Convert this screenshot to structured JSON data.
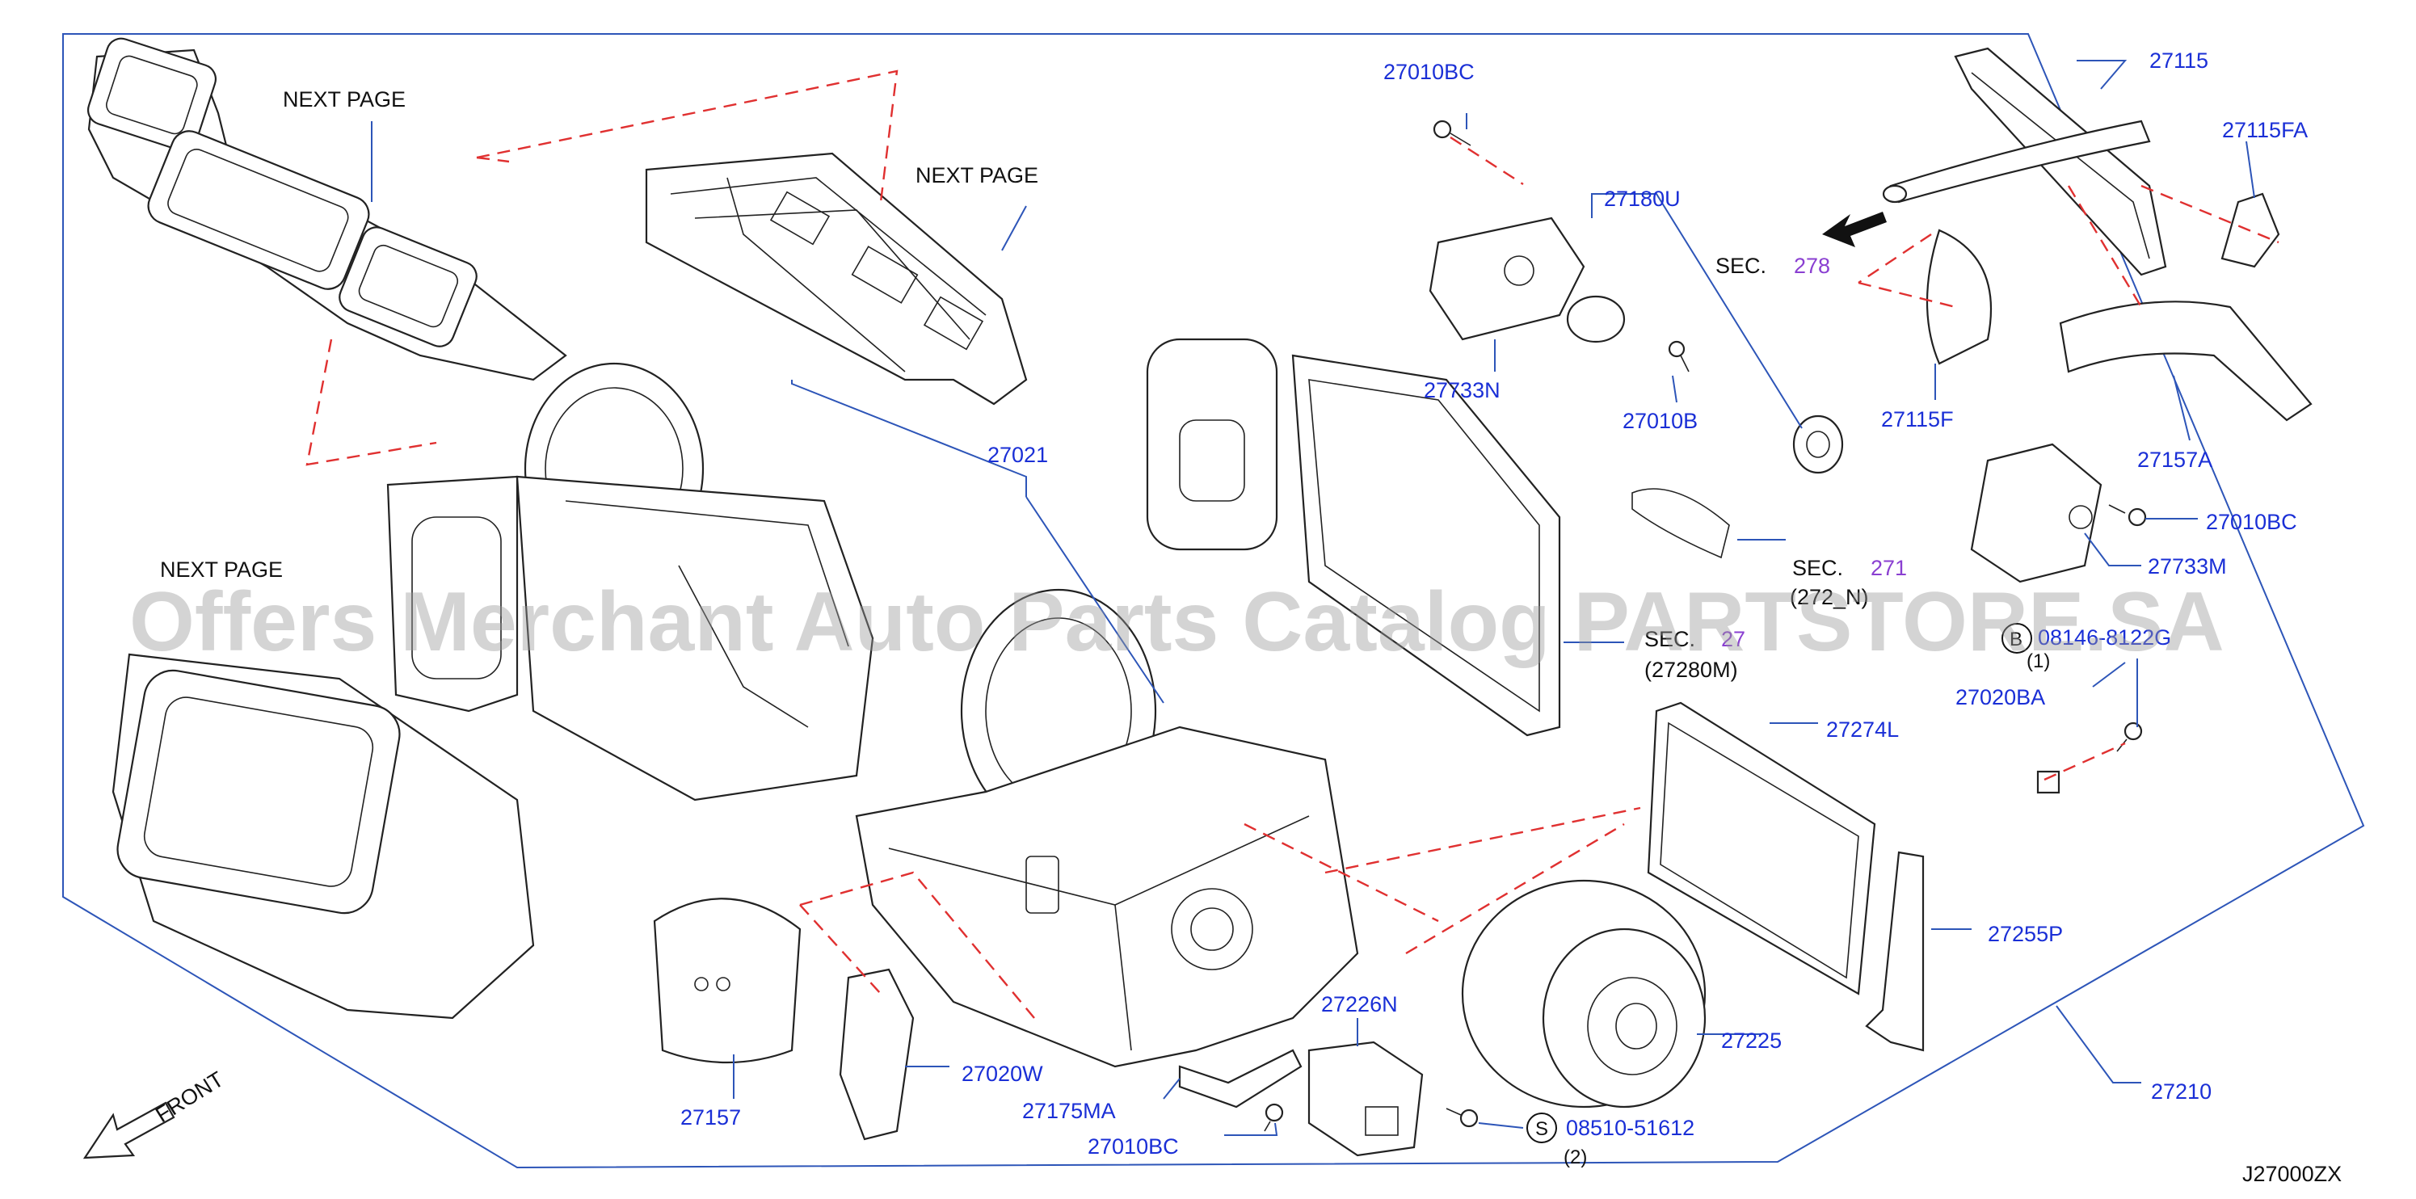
{
  "diagram_code": "J27000ZX",
  "watermark": "Offers Merchant Auto Parts Catalog PARTSTORE.SA",
  "next_page_labels": [
    "NEXT   PAGE",
    "NEXT   PAGE",
    "NEXT   PAGE"
  ],
  "front_label": "FRONT",
  "parts": {
    "p27010BC_top": "27010BC",
    "p27180U": "27180U",
    "p27733N": "27733N",
    "p27010B": "27010B",
    "p27115": "27115",
    "p27115FA": "27115FA",
    "p27115F": "27115F",
    "p27157A": "27157A",
    "p27010BC_right": "27010BC",
    "p27733M": "27733M",
    "p27020BA": "27020BA",
    "p27274L": "27274L",
    "p27255P": "27255P",
    "p27225": "27225",
    "p27210": "27210",
    "p27021": "27021",
    "p27157": "27157",
    "p27020W": "27020W",
    "p27175MA": "27175MA",
    "p27010BC_bottom": "27010BC",
    "p27226N": "27226N",
    "p08510": "08510-51612",
    "p08510_qty": "(2)",
    "p0814_text": "08146-8122G",
    "p0814_qty": "(1)",
    "p27280M": "(27280M)",
    "p272_N": "(272_N)"
  },
  "sec_refs": {
    "sec278_prefix": "SEC.",
    "sec278_num": "278",
    "sec271_prefix": "SEC.",
    "sec271_num": "271",
    "sec27_prefix": "SEC.",
    "sec27_num": "27"
  },
  "circle_markers": {
    "b": "B",
    "s": "S"
  },
  "colors": {
    "label_blue": "#1a2fd6",
    "leader_blue": "#2d55b8",
    "dash_red": "#e03030",
    "sec_purple": "#8a3fd1"
  }
}
